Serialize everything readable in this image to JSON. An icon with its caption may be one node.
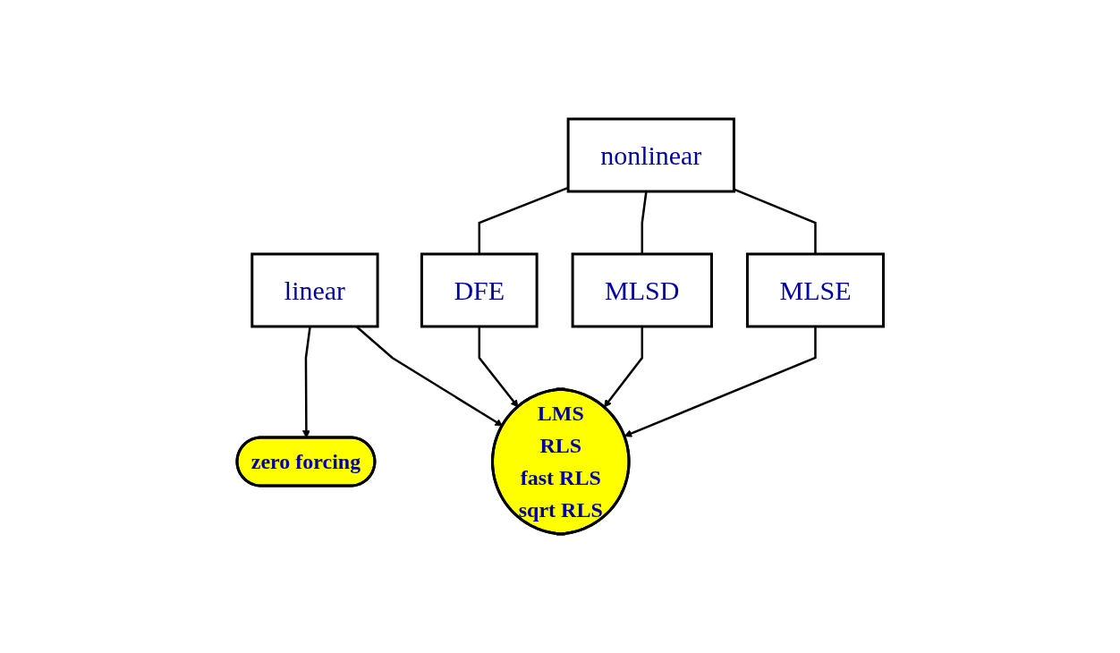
{
  "diagram": {
    "nodes": [
      {
        "text": [
          "linear"
        ]
      },
      {
        "text": [
          "nonlinear"
        ]
      },
      {
        "text": [
          "DFE"
        ]
      },
      {
        "text": [
          "MLSD"
        ]
      },
      {
        "text": [
          "MLSE"
        ]
      },
      {
        "text": [
          "zero forcing"
        ]
      },
      {
        "text": [
          "LMS",
          "RLS",
          "fast RLS",
          "sqrt RLS"
        ]
      }
    ],
    "edges": [
      {
        "from": 0,
        "to": 5,
        "arrow": "to"
      },
      {
        "from": 0,
        "to": 6,
        "arrow": "to"
      },
      {
        "from": 1,
        "to": 2,
        "arrow": "none"
      },
      {
        "from": 1,
        "to": 3,
        "arrow": "none"
      },
      {
        "from": 1,
        "to": 4,
        "arrow": "none"
      },
      {
        "from": 2,
        "to": 6,
        "arrow": "to"
      },
      {
        "from": 3,
        "to": 6,
        "arrow": "to"
      },
      {
        "from": 4,
        "to": 6,
        "arrow": "to"
      }
    ]
  }
}
